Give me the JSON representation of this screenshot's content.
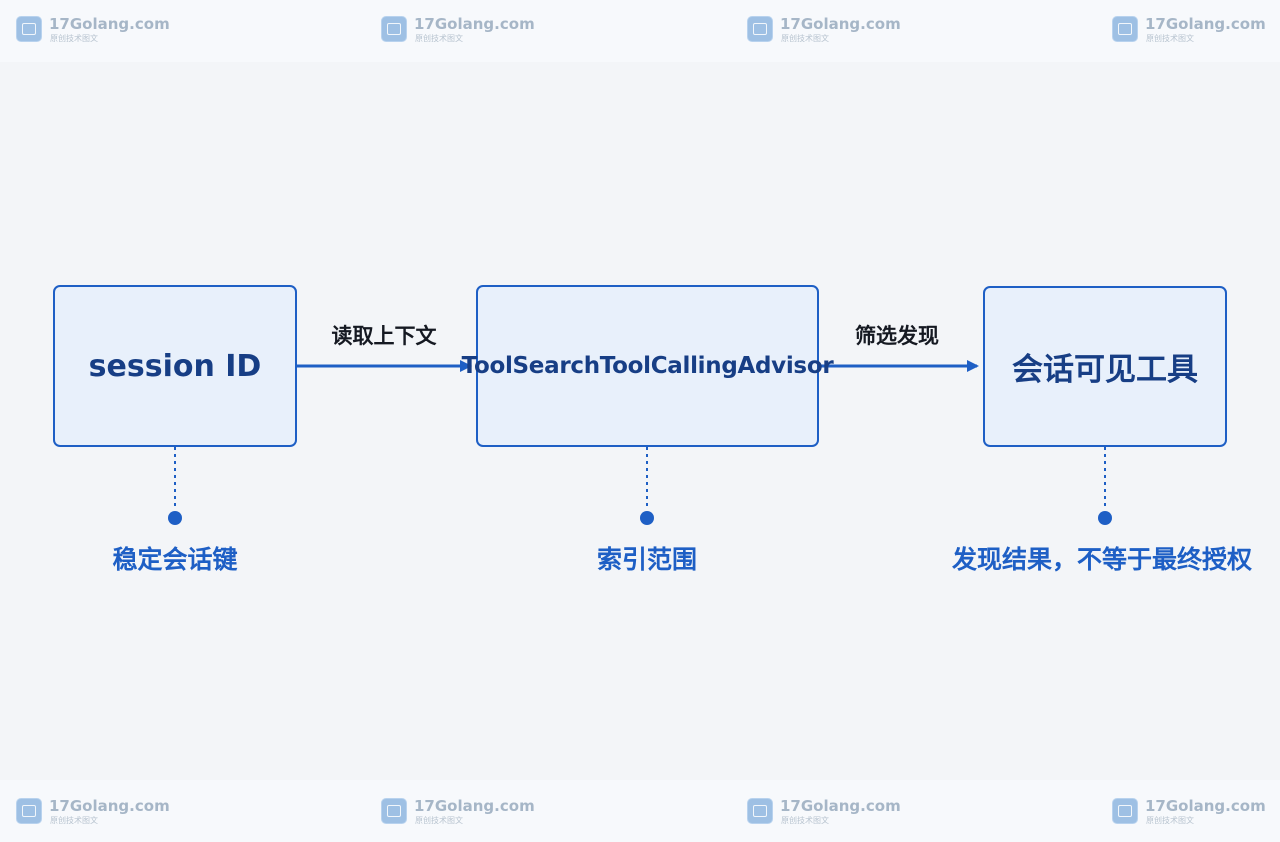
{
  "watermark": {
    "title": "17Golang.com",
    "subtitle": "原创技术图文",
    "icon": "17golang-logo-icon"
  },
  "diagram": {
    "nodes": [
      {
        "id": "session-id",
        "label": "session ID",
        "note": "稳定会话键"
      },
      {
        "id": "advisor",
        "label": "ToolSearchToolCallingAdvisor",
        "note": "索引范围"
      },
      {
        "id": "visible-tools",
        "label": "会话可见工具",
        "note": "发现结果，不等于最终授权"
      }
    ],
    "edges": [
      {
        "from": "session-id",
        "to": "advisor",
        "label": "读取上下文"
      },
      {
        "from": "advisor",
        "to": "visible-tools",
        "label": "筛选发现"
      }
    ],
    "colors": {
      "accent": "#1e5fc5",
      "node_fill": "#e8f0fb",
      "node_text": "#173e85",
      "edge_label": "#151922",
      "background": "#f3f5f8"
    }
  }
}
